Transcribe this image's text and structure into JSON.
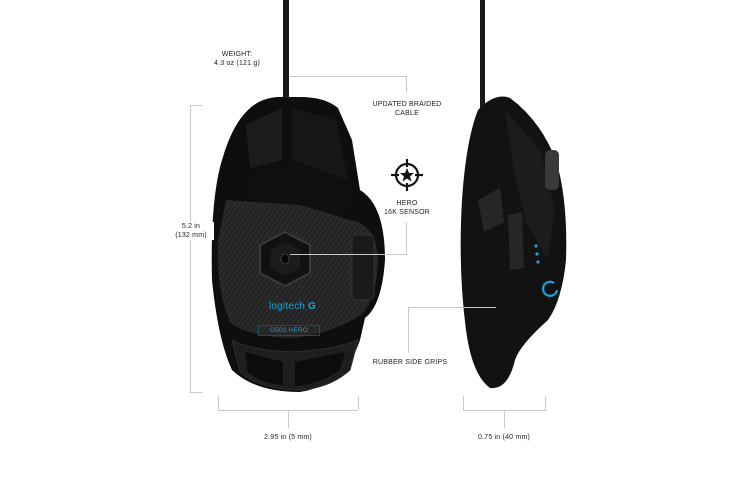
{
  "product": {
    "brand": "logitech",
    "model": "G502 HERO",
    "accent_color": "#1ea0d8",
    "body_color": "#141414"
  },
  "callouts": {
    "weight": {
      "title": "WEIGHT:",
      "value": "4.3 oz (121 g)"
    },
    "cable": {
      "line1": "UPDATED BRAIDED",
      "line2": "CABLE"
    },
    "sensor": {
      "line1": "HERO",
      "line2": "16K SENSOR",
      "icon": "crosshair-star-icon"
    },
    "grips": {
      "label": "RUBBER SIDE GRIPS"
    }
  },
  "dimensions": {
    "height": {
      "line1": "5.2 in",
      "line2": "(132 mm)"
    },
    "width": {
      "label": "2.95 in (5 mm)"
    },
    "depth": {
      "label": "0.75 in (40 mm)"
    }
  }
}
